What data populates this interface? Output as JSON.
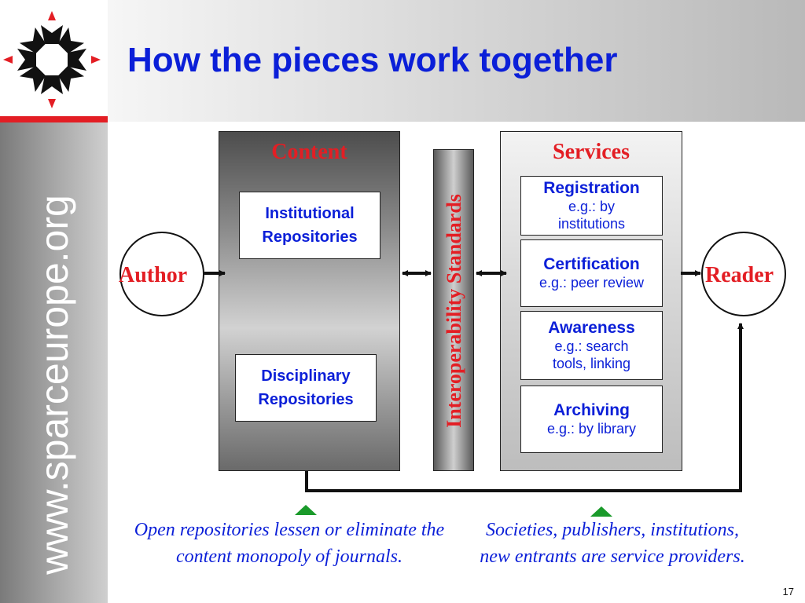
{
  "slide": {
    "title": "How the pieces work together",
    "url": "www.sparceurope.org",
    "page_number": "17"
  },
  "diagram": {
    "author_label": "Author",
    "reader_label": "Reader",
    "content": {
      "heading": "Content",
      "repositories": [
        {
          "line1": "Institutional",
          "line2": "Repositories"
        },
        {
          "line1": "Disciplinary",
          "line2": "Repositories"
        }
      ]
    },
    "interoperability_label": "Interoperability Standards",
    "services": {
      "heading": "Services",
      "items": [
        {
          "name": "Registration",
          "example": "e.g.: by institutions"
        },
        {
          "name": "Certification",
          "example": "e.g.: peer review"
        },
        {
          "name": "Awareness",
          "example": "e.g.: search tools, linking"
        },
        {
          "name": "Archiving",
          "example": "e.g.: by library"
        }
      ]
    },
    "captions": {
      "left": "Open repositories lessen or eliminate the content monopoly of journals.",
      "right": "Societies, publishers, institutions, new entrants are service providers."
    },
    "colors": {
      "title_blue": "#0b1fd8",
      "label_red": "#e31e24",
      "marker_green": "#1a9a2a"
    }
  }
}
